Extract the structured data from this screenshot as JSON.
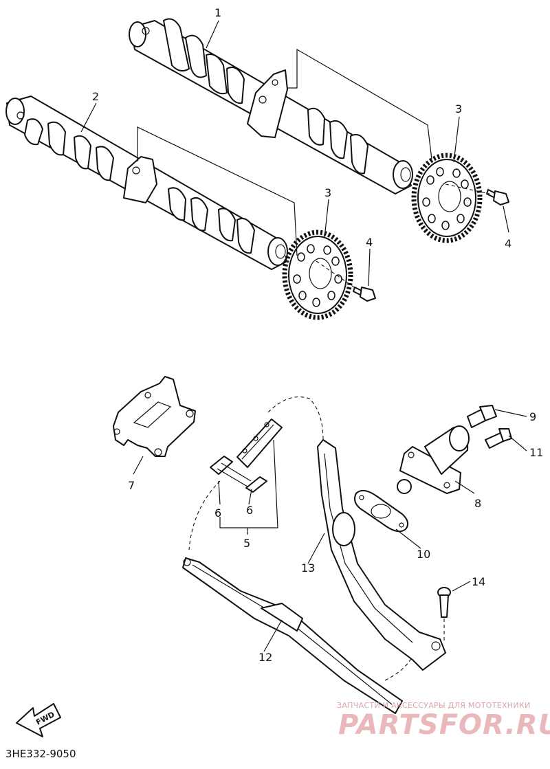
{
  "diagram": {
    "callouts": [
      "1",
      "2",
      "3",
      "3",
      "4",
      "4",
      "5",
      "6",
      "6",
      "7",
      "8",
      "9",
      "10",
      "11",
      "12",
      "13",
      "14"
    ],
    "direction_arrow": "FWD",
    "part_code": "3HE332-9050"
  },
  "watermark": {
    "caption": "ЗАПЧАСТИ И АКСЕССУАРЫ ДЛЯ МОТОТЕХНИКИ",
    "brand": "PARTSFOR.RU",
    "color": "#e8a9ad"
  }
}
